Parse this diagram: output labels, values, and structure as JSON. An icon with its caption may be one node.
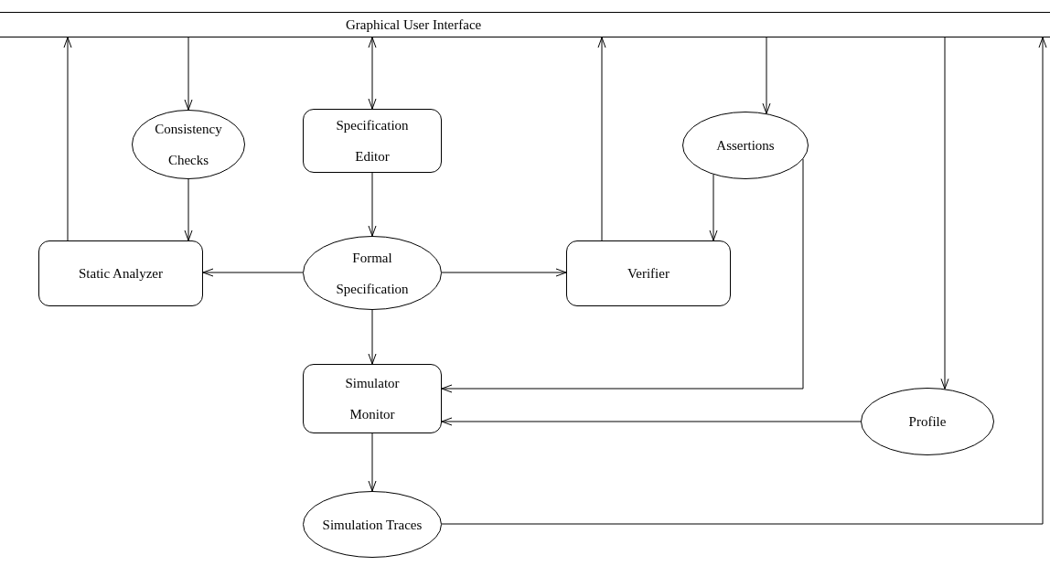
{
  "diagram": {
    "nodes": [
      {
        "text": [
          "Graphical User Interface"
        ]
      },
      {
        "text": [
          "Consistency Checks"
        ]
      },
      {
        "text": [
          "Specification Editor"
        ]
      },
      {
        "text": [
          "Assertions"
        ]
      },
      {
        "text": [
          "Static Analyzer"
        ]
      },
      {
        "text": [
          "Formal Specification"
        ]
      },
      {
        "text": [
          "Verifier"
        ]
      },
      {
        "text": [
          "Simulator Monitor"
        ]
      },
      {
        "text": [
          "Profile"
        ]
      },
      {
        "text": [
          "Simulation Traces"
        ]
      }
    ],
    "edges": [
      {
        "from": 0,
        "to": 1,
        "arrow": "to"
      },
      {
        "from": 0,
        "to": 2,
        "arrow": "both"
      },
      {
        "from": 6,
        "to": 0,
        "arrow": "to"
      },
      {
        "from": 0,
        "to": 3,
        "arrow": "to"
      },
      {
        "from": 0,
        "to": 8,
        "arrow": "to"
      },
      {
        "from": 9,
        "to": 0,
        "arrow": "to"
      },
      {
        "from": 4,
        "to": 0,
        "arrow": "to"
      },
      {
        "from": 1,
        "to": 4,
        "arrow": "to"
      },
      {
        "from": 2,
        "to": 5,
        "arrow": "to"
      },
      {
        "from": 5,
        "to": 4,
        "arrow": "to"
      },
      {
        "from": 5,
        "to": 6,
        "arrow": "to"
      },
      {
        "from": 3,
        "to": 6,
        "arrow": "to"
      },
      {
        "from": 5,
        "to": 7,
        "arrow": "to"
      },
      {
        "from": 3,
        "to": 7,
        "arrow": "to"
      },
      {
        "from": 8,
        "to": 7,
        "arrow": "to"
      },
      {
        "from": 7,
        "to": 9,
        "arrow": "to"
      }
    ]
  }
}
